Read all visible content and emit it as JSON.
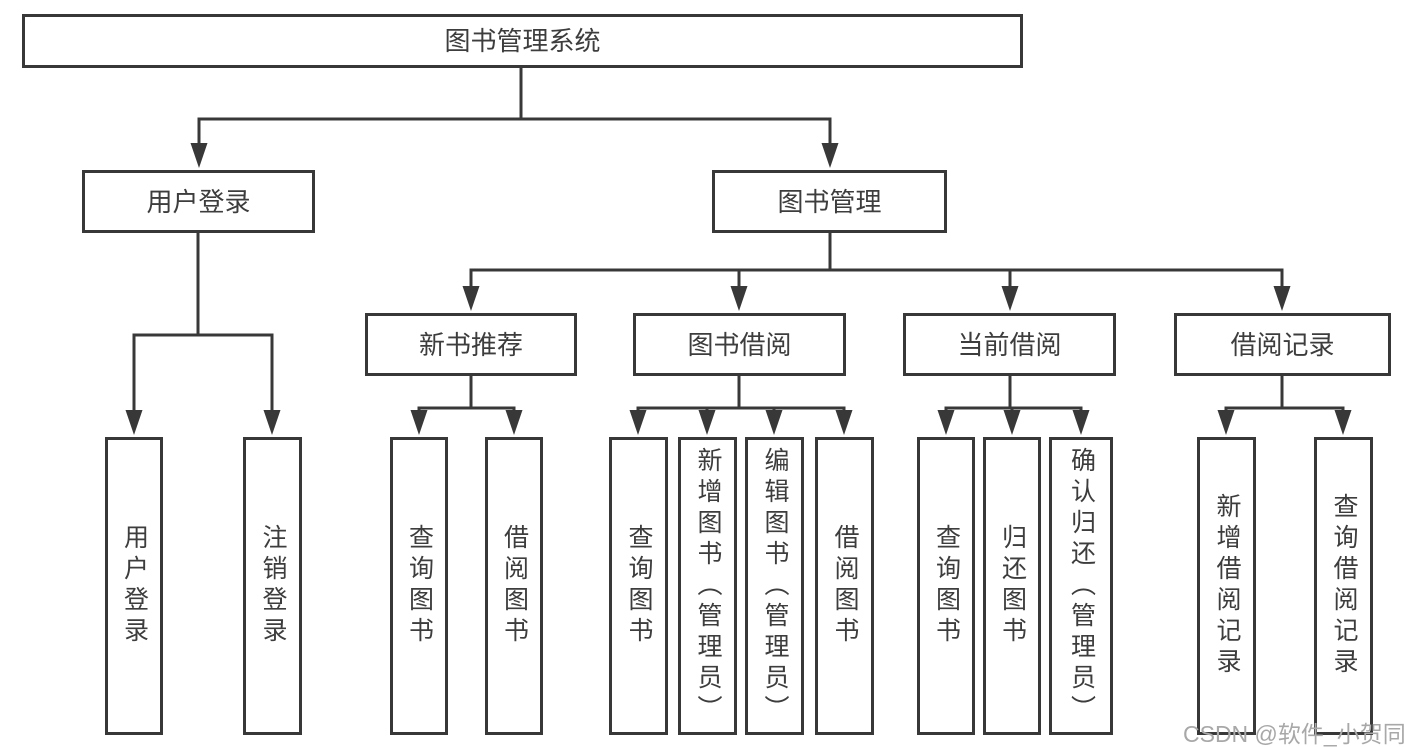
{
  "tree": {
    "label": "图书管理系统",
    "children": [
      {
        "label": "用户登录",
        "children": [
          {
            "label": "用户登录"
          },
          {
            "label": "注销登录"
          }
        ]
      },
      {
        "label": "图书管理",
        "children": [
          {
            "label": "新书推荐",
            "children": [
              {
                "label": "查询图书"
              },
              {
                "label": "借阅图书"
              }
            ]
          },
          {
            "label": "图书借阅",
            "children": [
              {
                "label": "查询图书"
              },
              {
                "label": "新增图书（管理员）"
              },
              {
                "label": "编辑图书（管理员）"
              },
              {
                "label": "借阅图书"
              }
            ]
          },
          {
            "label": "当前借阅",
            "children": [
              {
                "label": "查询图书"
              },
              {
                "label": "归还图书"
              },
              {
                "label": "确认归还（管理员）"
              }
            ]
          },
          {
            "label": "借阅记录",
            "children": [
              {
                "label": "新增借阅记录"
              },
              {
                "label": "查询借阅记录"
              }
            ]
          }
        ]
      }
    ]
  },
  "watermark": "CSDN @软件_小贺同学",
  "colors": {
    "line": "#383838",
    "text": "#3d3d3d",
    "background": "#ffffff",
    "watermark": "#a8a8a8"
  }
}
